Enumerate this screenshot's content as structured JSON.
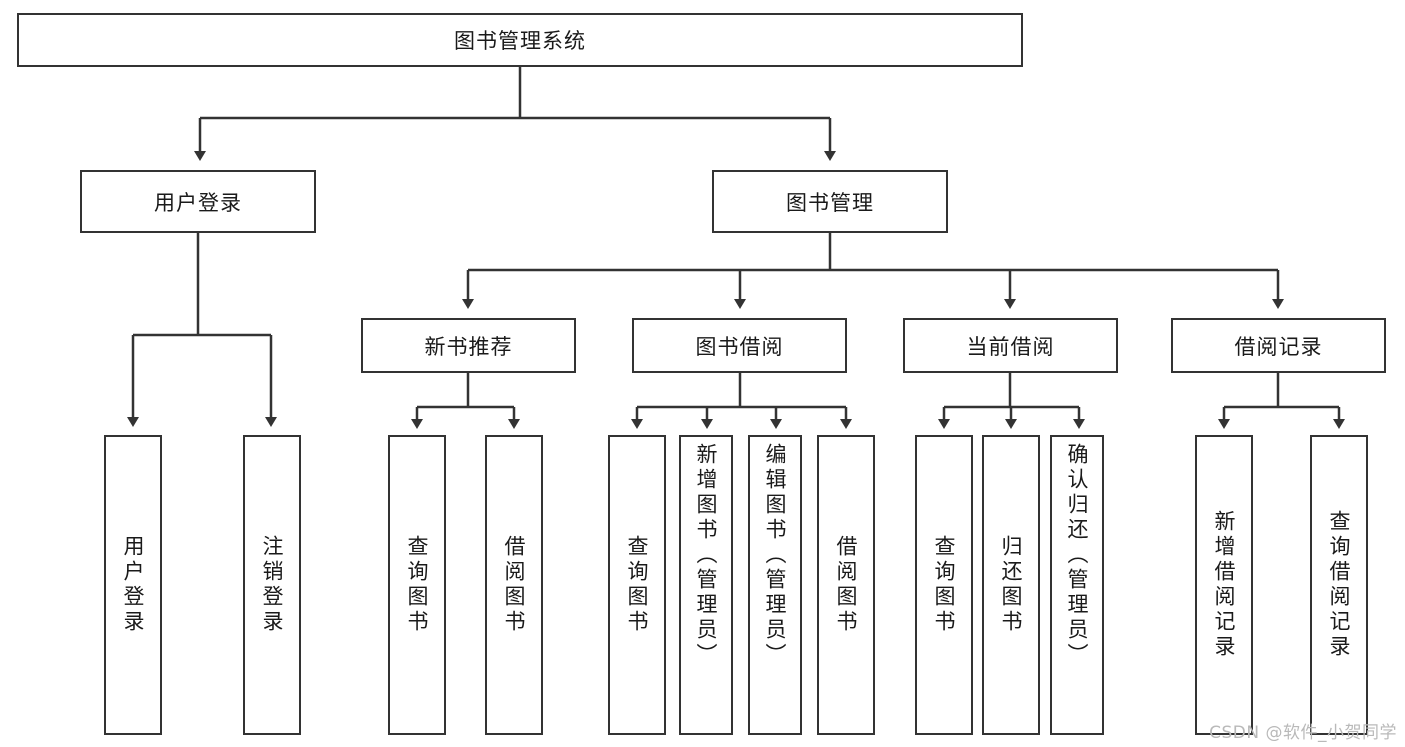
{
  "diagram": {
    "title_node": {
      "label": "图书管理系统"
    },
    "level2": [
      {
        "id": "user-login",
        "label": "用户登录"
      },
      {
        "id": "book-manage",
        "label": "图书管理"
      }
    ],
    "level3": [
      {
        "id": "new-book-recommend",
        "label": "新书推荐"
      },
      {
        "id": "book-borrow",
        "label": "图书借阅"
      },
      {
        "id": "current-borrow",
        "label": "当前借阅"
      },
      {
        "id": "borrow-record",
        "label": "借阅记录"
      }
    ],
    "leaves": {
      "user-login": [
        {
          "id": "leaf-user-login",
          "label": "用户登录"
        },
        {
          "id": "leaf-user-logout",
          "label": "注销登录"
        }
      ],
      "new-book-recommend": [
        {
          "id": "leaf-query-book-1",
          "label": "查询图书"
        },
        {
          "id": "leaf-borrow-book-1",
          "label": "借阅图书"
        }
      ],
      "book-borrow": [
        {
          "id": "leaf-query-book-2",
          "label": "查询图书"
        },
        {
          "id": "leaf-add-book",
          "label": "新增图书（管理员）"
        },
        {
          "id": "leaf-edit-book",
          "label": "编辑图书（管理员）"
        },
        {
          "id": "leaf-borrow-book-2",
          "label": "借阅图书"
        }
      ],
      "current-borrow": [
        {
          "id": "leaf-query-book-3",
          "label": "查询图书"
        },
        {
          "id": "leaf-return-book",
          "label": "归还图书"
        },
        {
          "id": "leaf-confirm-return",
          "label": "确认归还（管理员）"
        }
      ],
      "borrow-record": [
        {
          "id": "leaf-add-record",
          "label": "新增借阅记录"
        },
        {
          "id": "leaf-query-record",
          "label": "查询借阅记录"
        }
      ]
    }
  },
  "watermark": {
    "text": "CSDN @软件_小贺同学"
  },
  "colors": {
    "stroke": "#333333",
    "box_fill": "#ffffff",
    "text": "#1a1a1a",
    "watermark": "#b9b9b9",
    "background": "#ffffff"
  }
}
